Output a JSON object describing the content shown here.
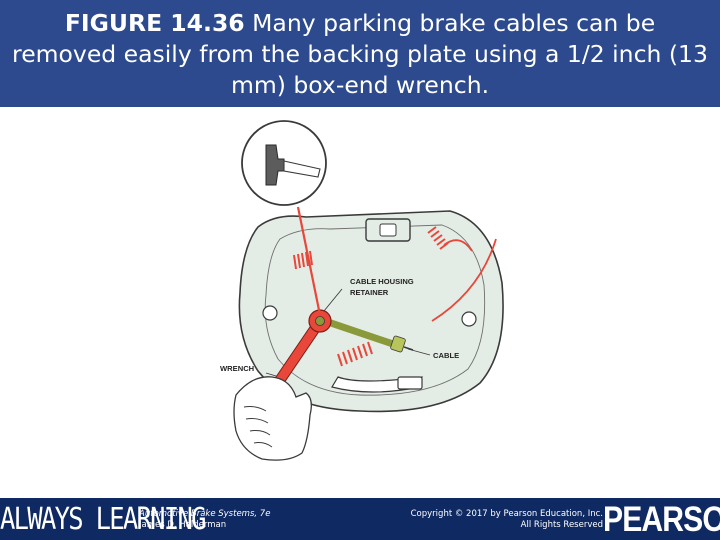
{
  "slide": {
    "figure_label": "FIGURE 14.36",
    "caption": "Many parking brake cables can be removed easily from the backing plate using a 1/2 inch (13 mm) box-end wrench."
  },
  "illustration": {
    "annotations": {
      "cable_housing_retainer_line1": "CABLE HOUSING",
      "cable_housing_retainer_line2": "RETAINER",
      "cable": "CABLE",
      "wrench": "WRENCH"
    },
    "colors": {
      "highlight": "#e8473a",
      "cable_housing": "#8a9a3a",
      "plate_fill": "#e4ece6"
    }
  },
  "footer": {
    "brand_tagline": "ALWAYS LEARNING",
    "book_title": "Automotive Brake Systems, 7e",
    "author": "James D. Halderman",
    "copyright_line1": "Copyright © 2017 by Pearson Education, Inc.",
    "copyright_line2": "All Rights Reserved",
    "publisher_logo": "PEARSON",
    "colors": {
      "header_blue": "#2c4a8d",
      "footer_navy": "#0f2a63"
    }
  }
}
